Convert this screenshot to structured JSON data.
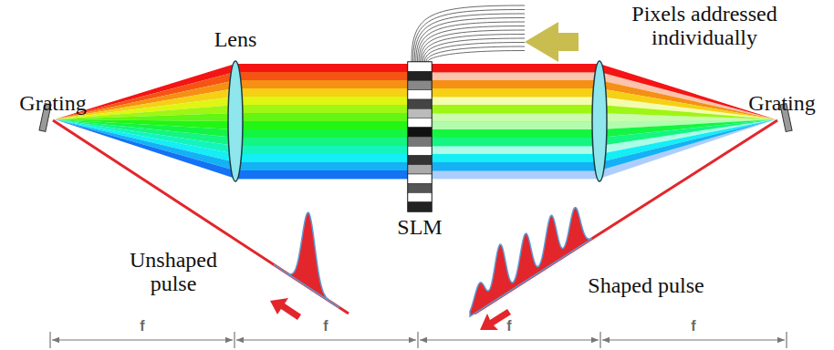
{
  "diagram": {
    "labels": [
      "Grating",
      "Lens",
      "Pixels addressed individually",
      "SLM",
      "Grating",
      "Unshaped pulse",
      "Shaped pulse",
      "f",
      "f",
      "f",
      "f"
    ]
  }
}
